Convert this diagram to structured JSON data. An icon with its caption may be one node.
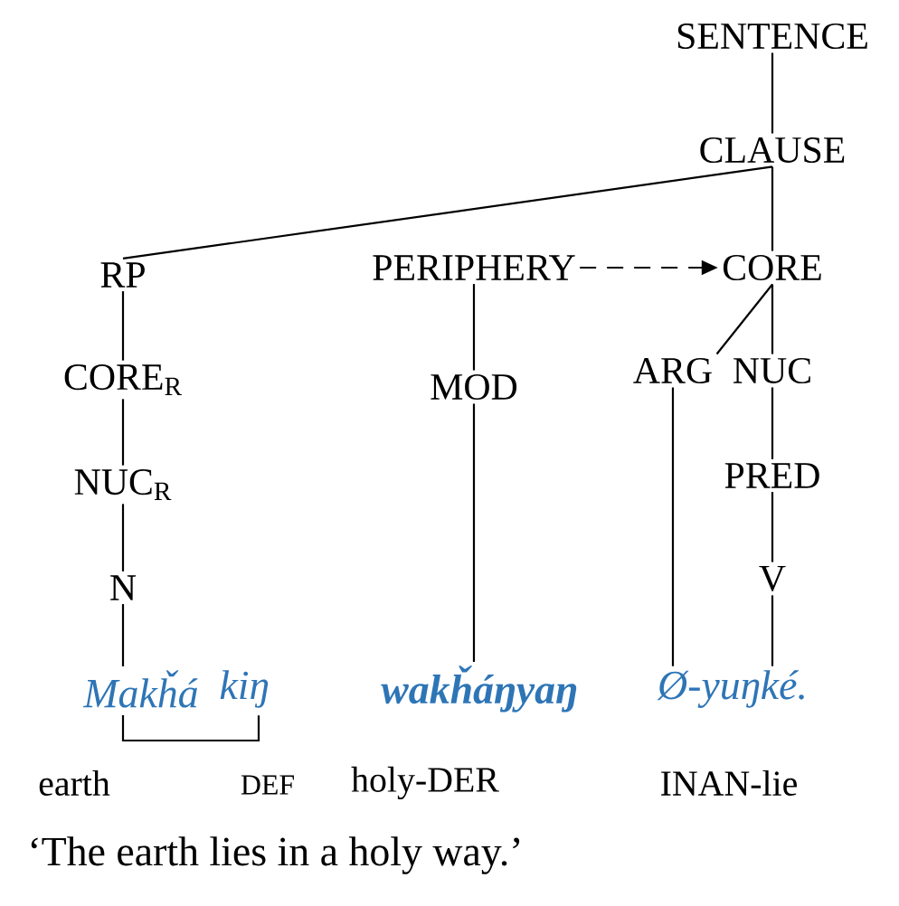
{
  "diagram": {
    "caption": "‘The earth lies in a holy way.’",
    "nodes": [
      {
        "text": [
          "SENTENCE"
        ]
      },
      {
        "text": [
          "CLAUSE"
        ]
      },
      {
        "text": [
          "RP"
        ]
      },
      {
        "text": [
          "PERIPHERY"
        ]
      },
      {
        "text": [
          "CORE"
        ]
      },
      {
        "text": [
          "CORE$_{R}$"
        ]
      },
      {
        "text": [
          "MOD"
        ]
      },
      {
        "text": [
          "ARG"
        ]
      },
      {
        "text": [
          "NUC"
        ]
      },
      {
        "text": [
          "NUC$_{R}$"
        ]
      },
      {
        "text": [
          "PRED"
        ]
      },
      {
        "text": [
          "N"
        ]
      },
      {
        "text": [
          "V"
        ]
      },
      {
        "text": [
          "Makȟá"
        ]
      },
      {
        "text": [
          "kiŋ"
        ]
      },
      {
        "text": [
          "wakȟáŋyaŋ"
        ]
      },
      {
        "text": [
          "Ø-yuŋké."
        ]
      }
    ],
    "edges": [
      {
        "from": 0,
        "to": 1,
        "arrow": "none"
      },
      {
        "from": 1,
        "to": 2,
        "arrow": "none"
      },
      {
        "from": 1,
        "to": 4,
        "arrow": "none"
      },
      {
        "from": 3,
        "to": 4,
        "arrow": "to",
        "style": "dashed"
      },
      {
        "from": 2,
        "to": 5,
        "arrow": "none"
      },
      {
        "from": 5,
        "to": 9,
        "arrow": "none"
      },
      {
        "from": 9,
        "to": 11,
        "arrow": "none"
      },
      {
        "from": 11,
        "to": 13,
        "arrow": "none"
      },
      {
        "from": 3,
        "to": 6,
        "arrow": "none"
      },
      {
        "from": 6,
        "to": 15,
        "arrow": "none"
      },
      {
        "from": 4,
        "to": 7,
        "arrow": "none"
      },
      {
        "from": 4,
        "to": 8,
        "arrow": "none"
      },
      {
        "from": 7,
        "to": 16,
        "arrow": "none"
      },
      {
        "from": 8,
        "to": 10,
        "arrow": "none"
      },
      {
        "from": 10,
        "to": 12,
        "arrow": "none"
      },
      {
        "from": 12,
        "to": 16,
        "arrow": "none"
      },
      {
        "from": 13,
        "to": 14,
        "arrow": "none"
      }
    ],
    "labels": [
      "earth",
      "DEF",
      "holy-DER",
      "INAN-lie"
    ]
  }
}
